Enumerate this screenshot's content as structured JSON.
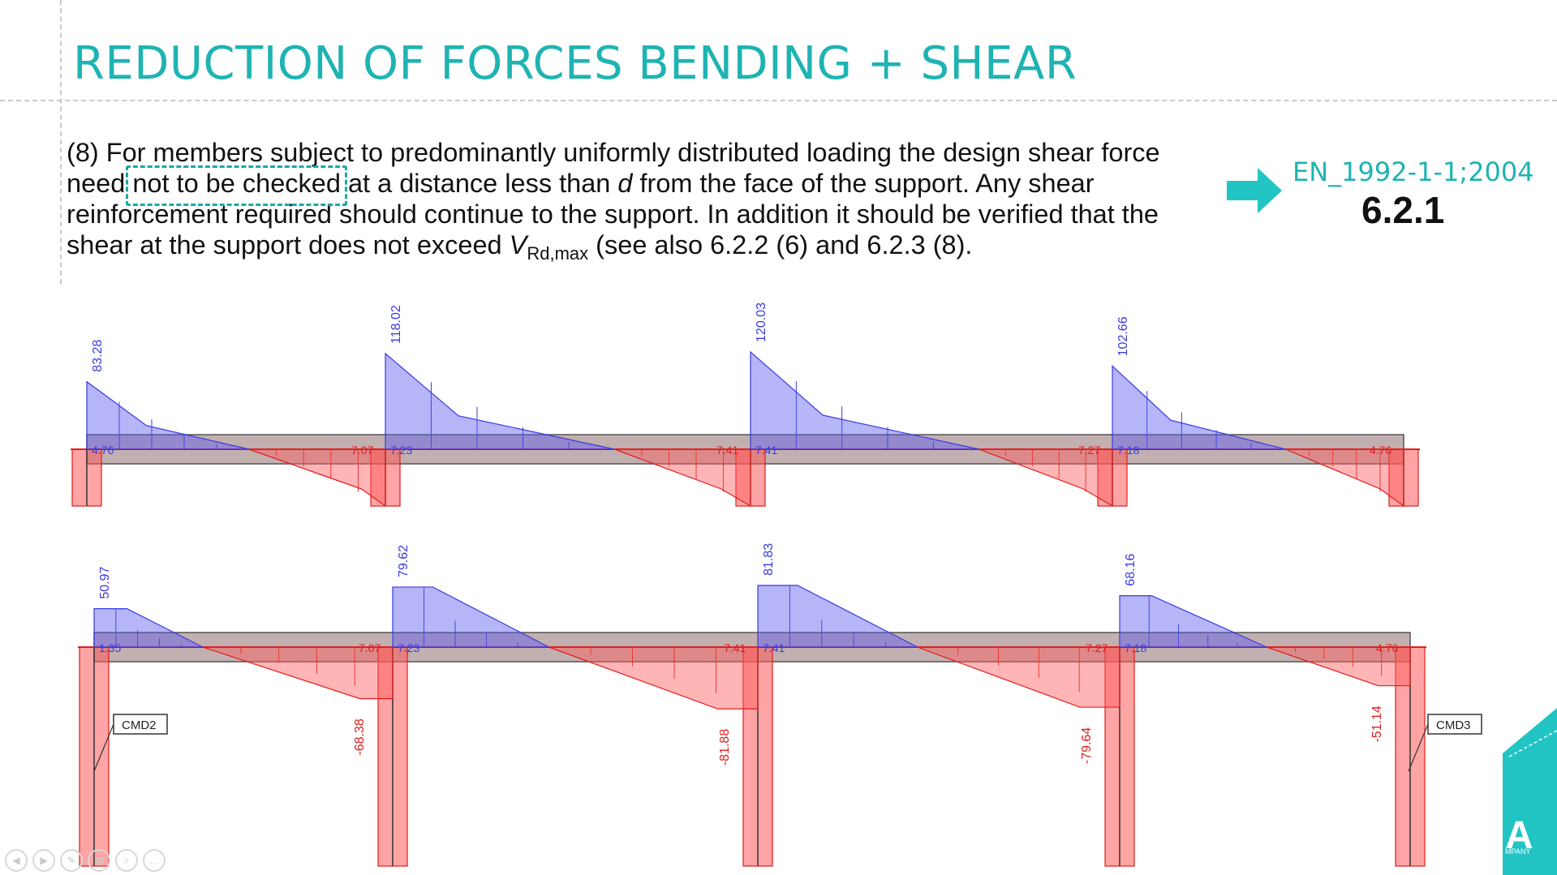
{
  "slide": {
    "title": "REDUCTION OF FORCES BENDING + SHEAR",
    "paragraph": {
      "l1": "(8)  For members subject to predominantly uniformly distributed loading the design shear force",
      "l2_a": "need ",
      "l2_b": "not to be checked",
      "l2_c": " at a distance less than ",
      "l2_d": "d",
      "l2_e": " from the face of the support.   Any shear",
      "l3": "reinforcement required should continue to the support.  In addition it should be verified that  the",
      "l4_a": "shear at the support does not exceed ",
      "l4_v": "V",
      "l4_sub": "Rd,max",
      "l4_b": " (see also 6.2.2 (6) and 6.2.3 (8)."
    },
    "standard": {
      "code": "EN_1992-1-1;2004",
      "clause": "6.2.1"
    },
    "colors": {
      "accent": "#1fb3b3",
      "positive": "#3a3ae0",
      "negative": "#e01c1c"
    }
  },
  "chart_data": [
    {
      "type": "diagram",
      "name": "shear-force-unreduced",
      "peaks_positive": [
        "83.28",
        "118.02",
        "120.03",
        "102.66"
      ],
      "small_labels_left": [
        "4.76",
        "7.23",
        "7.41",
        "7.18"
      ],
      "small_labels_right": [
        "7.07",
        "7.41",
        "7.27",
        "4.76"
      ]
    },
    {
      "type": "diagram",
      "name": "shear-force-reduced",
      "peaks_positive": [
        "50.97",
        "79.62",
        "81.83",
        "68.16"
      ],
      "peaks_negative": [
        "-68.38",
        "-81.88",
        "-79.64",
        "-51.14"
      ],
      "small_labels_left": [
        "1.35",
        "7.23",
        "7.41",
        "7.18"
      ],
      "small_labels_right": [
        "7.07",
        "7.41",
        "7.27",
        "4.76"
      ],
      "tags": [
        "CMD2",
        "CMD3"
      ]
    }
  ]
}
